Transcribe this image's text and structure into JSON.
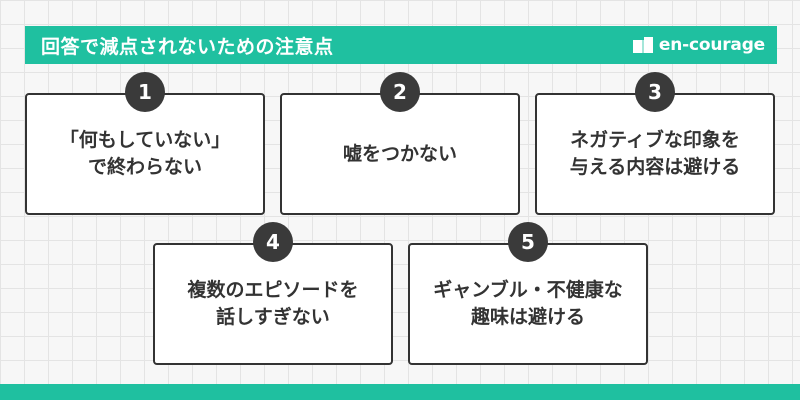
{
  "header": {
    "title": "回答で減点されないための注意点",
    "logo_text": "en-courage",
    "logo_icon": "book-icon"
  },
  "items": [
    {
      "number": "1",
      "text": "「何もしていない」\nで終わらない"
    },
    {
      "number": "2",
      "text": "嘘をつかない"
    },
    {
      "number": "3",
      "text": "ネガティブな印象を\n与える内容は避ける"
    },
    {
      "number": "4",
      "text": "複数のエピソードを\n話しすぎない"
    },
    {
      "number": "5",
      "text": "ギャンブル・不健康な\n趣味は避ける"
    }
  ],
  "colors": {
    "accent": "#1fc0a0",
    "badge": "#3a3a3a",
    "border": "#333333",
    "background": "#f7f7f7"
  }
}
